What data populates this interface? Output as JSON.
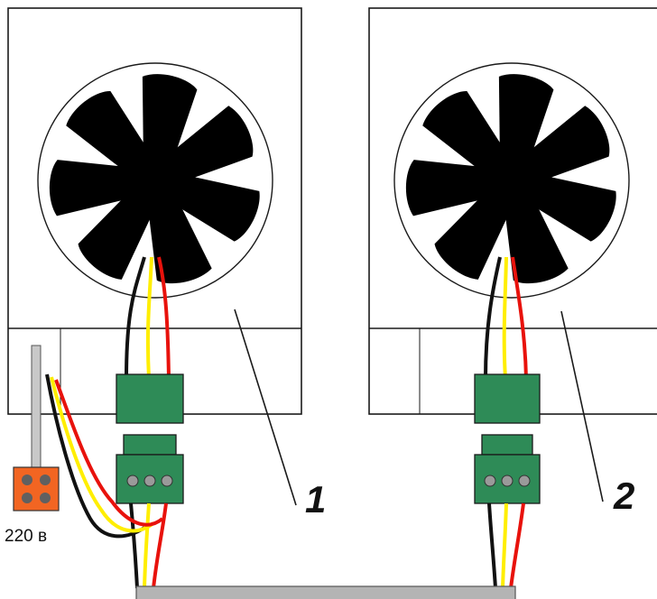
{
  "units": [
    {
      "id": "1",
      "label": "1"
    },
    {
      "id": "2",
      "label": "2"
    }
  ],
  "power_label": "220 в",
  "colors": {
    "outline": "#1a1a1a",
    "fan": "#000000",
    "wire_black": "#111111",
    "wire_yellow": "#ffee00",
    "wire_red": "#e8120c",
    "connector": "#2e8b57",
    "connector_dark": "#1f6e42",
    "screw": "#9a9a9a",
    "outlet": "#f26522",
    "outlet_hole": "#606060",
    "plug_stem": "#c8c8c8",
    "bus": "#b4b4b4"
  }
}
